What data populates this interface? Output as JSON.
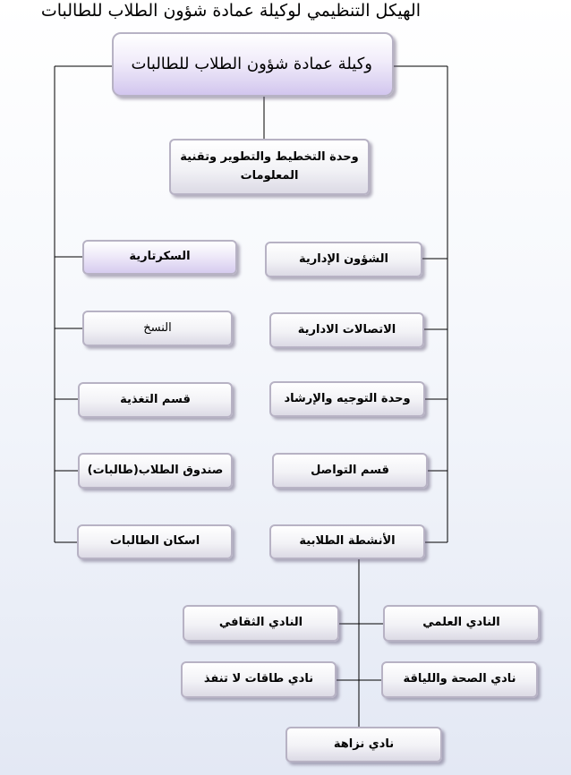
{
  "title": "الهيكل التنظيمي لوكيلة عمادة شؤون الطلاب للطالبات",
  "head": "وكيلة عمادة شؤون الطلاب للطالبات",
  "planning_unit": [
    "وحدة التخطيط والتطوير وتقنية",
    "المعلومات"
  ],
  "right_column": [
    "الشؤون الإدارية",
    "الاتصالات الادارية",
    "وحدة التوجيه والإرشاد",
    "قسم  التواصل",
    "الأنشطة الطلابية"
  ],
  "left_column": [
    "السكرتارية",
    "النسخ",
    "قسم التغذية",
    "صندوق الطلاب(طالبات)",
    "اسكان الطالبات"
  ],
  "clubs": {
    "scientific": "النادي العلمي",
    "cultural": "النادي الثقافي",
    "health": "نادي الصحة  واللياقة",
    "energies": "نادي طاقات لا تنفذ",
    "integrity": "نادي نزاهة"
  }
}
